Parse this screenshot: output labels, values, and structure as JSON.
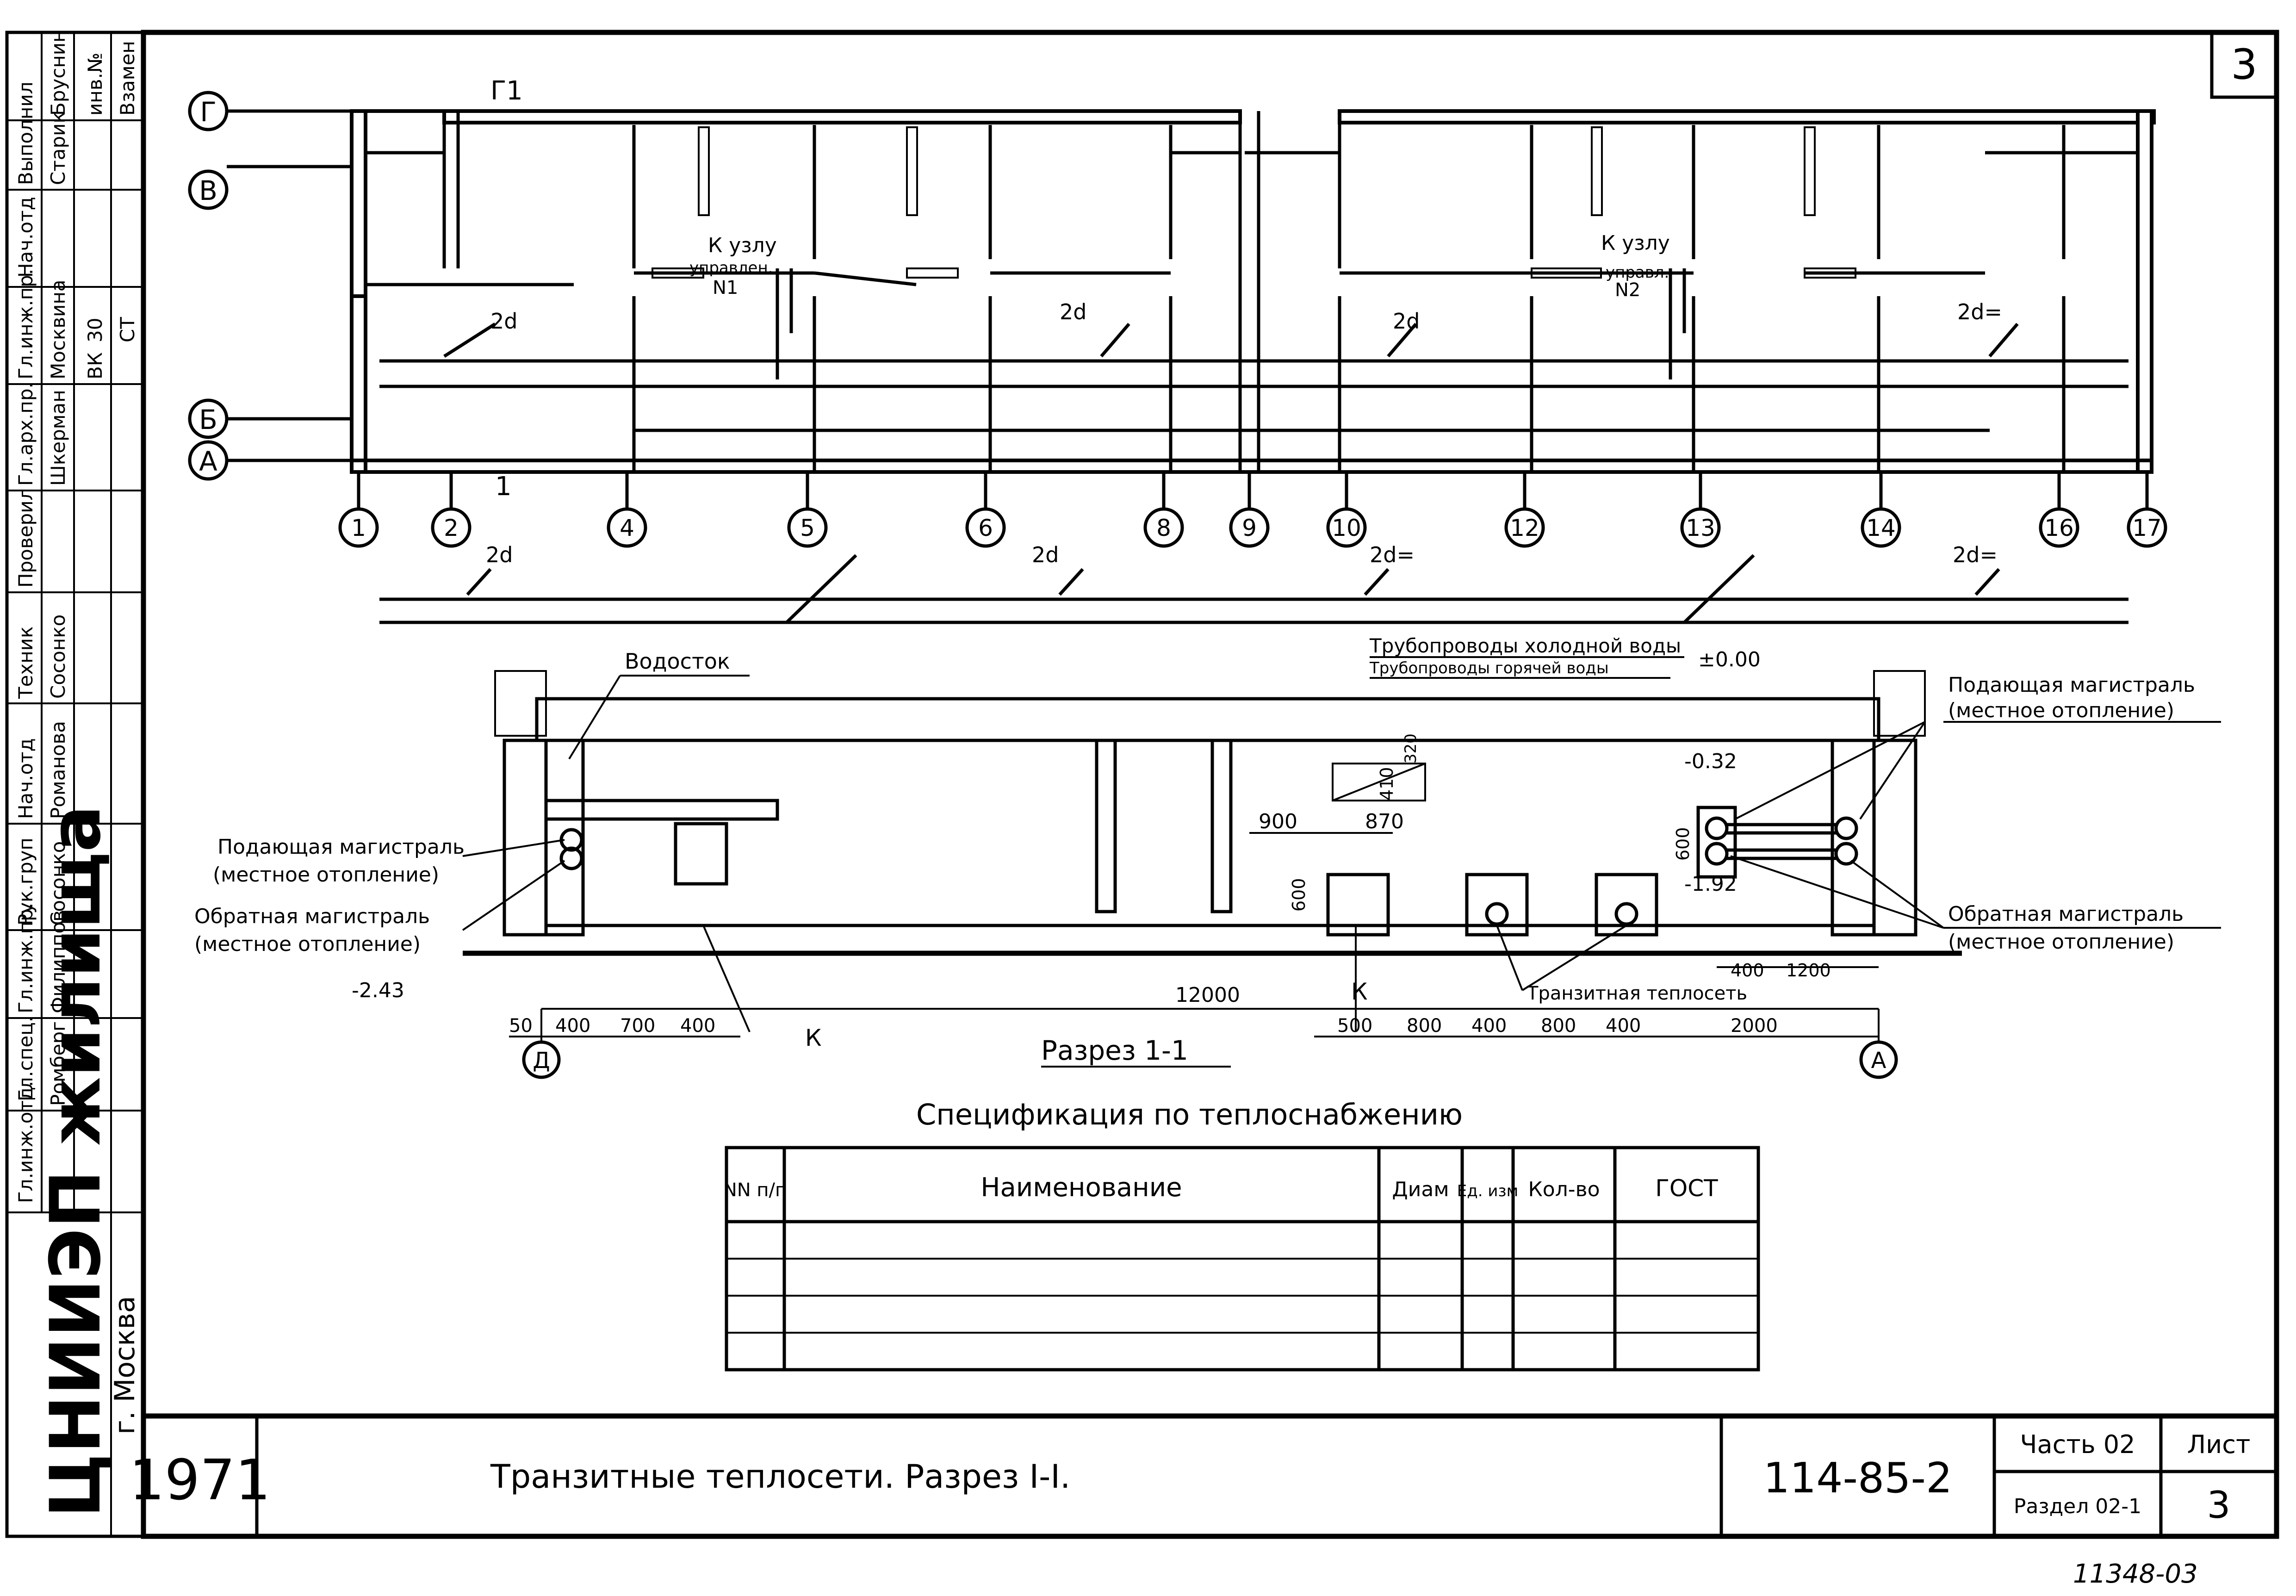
{
  "sheet_number": "3",
  "grid_axes_rows": [
    "Г",
    "В",
    "Б",
    "А"
  ],
  "grid_axes_cols": [
    "1",
    "2",
    "4",
    "5",
    "6",
    "8",
    "9",
    "10",
    "12",
    "13",
    "14",
    "16",
    "17"
  ],
  "plan_labels": {
    "section_mark_top": "Г1",
    "section_mark_bottom": "1",
    "to_unit_1": "К узлу",
    "unit_1": "управлен.",
    "unit_1_no": "N1",
    "to_unit_2": "К узлу",
    "unit_2": "управл.",
    "unit_2_no": "N2",
    "pipe_2d": "2d",
    "pipe_2d_eq": "2d="
  },
  "section_labels": {
    "vodostok": "Водосток",
    "cold_water": "Трубопроводы холодной воды",
    "hot_water": "Трубопроводы горячей воды",
    "level_zero": "±0.00",
    "level_032": "-0.32",
    "level_192": "-1.92",
    "level_243": "-2.43",
    "supply_main_left": "Подающая магистраль",
    "local_heating_1": "(местное отопление)",
    "return_main_left": "Обратная магистраль",
    "local_heating_2": "(местное отопление)",
    "supply_main_right": "Подающая магистраль",
    "local_heating_3": "(местное отопление)",
    "return_main_right": "Обратная магистраль",
    "local_heating_4": "(местное отопление)",
    "transit_network": "Транзитная теплосеть",
    "mark_k1": "К",
    "mark_k2": "К",
    "axis_d": "Д",
    "axis_a": "А",
    "section_title": "Разрез 1-1"
  },
  "dimensions": {
    "d900": "900",
    "d870": "870",
    "d410": "410",
    "d320": "320",
    "d600a": "600",
    "d600b": "600",
    "d12000": "12000",
    "d50": "50",
    "d400a": "400",
    "d700": "700",
    "d400b": "400",
    "d500": "500",
    "d800a": "800",
    "d400c": "400",
    "d800b": "800",
    "d400d": "400",
    "d2000": "2000",
    "d400e": "400",
    "d1200": "1200"
  },
  "spec": {
    "title": "Спецификация по теплоснабжению",
    "headers": [
      "NN п/п",
      "Наименование",
      "Диам",
      "Ед. изм",
      "Кол-во",
      "ГОСТ"
    ],
    "rows": [
      [
        "",
        "",
        "",
        "",
        "",
        ""
      ],
      [
        "",
        "",
        "",
        "",
        "",
        ""
      ],
      [
        "",
        "",
        "",
        "",
        "",
        ""
      ],
      [
        "",
        "",
        "",
        "",
        "",
        ""
      ]
    ]
  },
  "stamp": {
    "year": "1971",
    "title": "Транзитные теплосети. Разрез I-I.",
    "project_code": "114-85-2",
    "part": "Часть 02",
    "section": "Раздел 02-1",
    "sheet_label": "Лист",
    "sheet_no": "3",
    "inventory": "11348-03"
  },
  "side_stamp": {
    "org": "ЦНИИЭП жилища",
    "city": "г. Москва",
    "roles": [
      "Гл.инж.отд.",
      "Гл.спец.",
      "Гл.инж.пр.",
      "Рук.груп",
      "Нач.отд",
      "Техник",
      "Проверил",
      "Гл.арх.пр.",
      "Гл.инж.пр.",
      "Нач.отд",
      "Выполнил"
    ],
    "names": [
      "Ромберг",
      "Филиппов",
      "Сосонко",
      "Романова",
      "Сосонко",
      "Шкерман",
      "Москвина",
      "Старик",
      "Бруснин",
      "Взамен"
    ],
    "codes": [
      "ВК",
      "30",
      "СТ",
      "инв.№"
    ]
  }
}
